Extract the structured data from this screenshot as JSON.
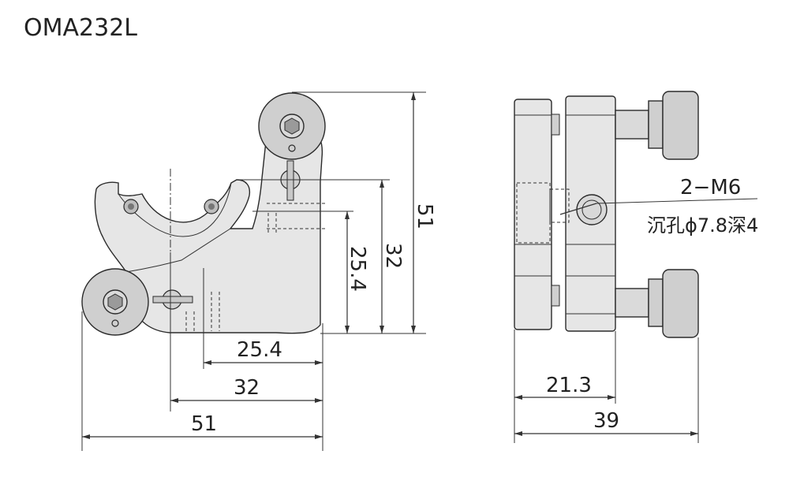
{
  "title": "OMA232L",
  "left_view": {
    "dims_h": {
      "d1": "25.4",
      "d2": "32",
      "d3": "51"
    },
    "dims_v": {
      "v1": "25.4",
      "v2": "32",
      "v3": "51"
    }
  },
  "right_view": {
    "dims_h": {
      "d1": "21.3",
      "d2": "39"
    },
    "note_line1": "2−M6",
    "note_line2": "沉孔ϕ7.8深4"
  },
  "colors": {
    "line": "#2b2b2b",
    "body": "#e6e6e6",
    "knob": "#cfcfcf"
  }
}
